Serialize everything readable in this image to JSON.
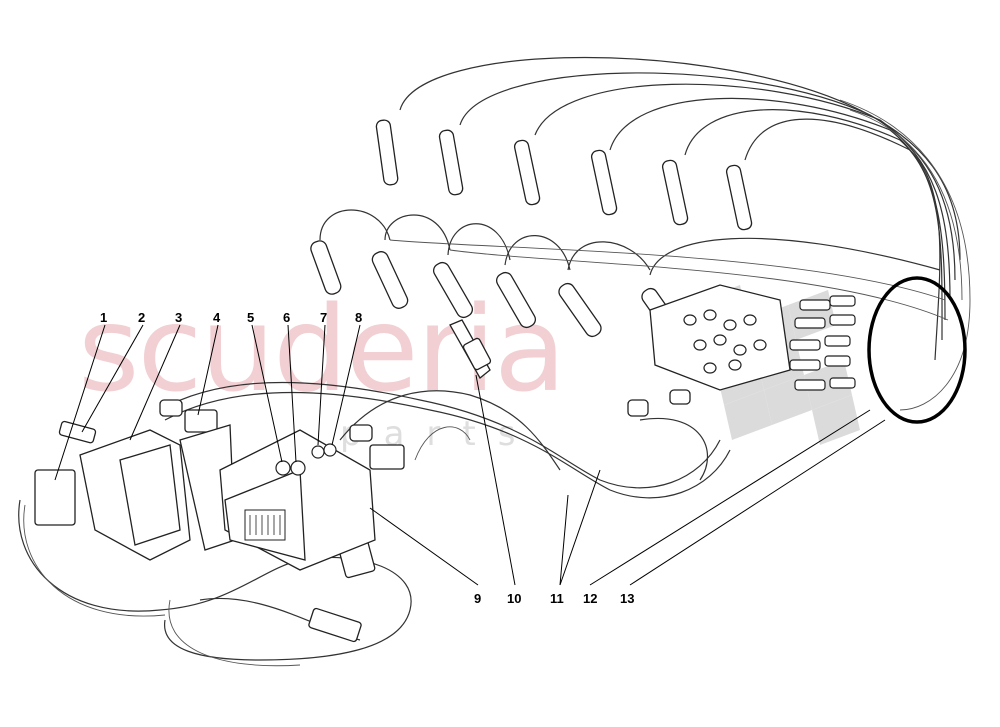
{
  "watermark": {
    "main": "scuderia",
    "sub": "parts"
  },
  "callouts": [
    {
      "id": "c1",
      "label": "1"
    },
    {
      "id": "c2",
      "label": "2"
    },
    {
      "id": "c3",
      "label": "3"
    },
    {
      "id": "c4",
      "label": "4"
    },
    {
      "id": "c5",
      "label": "5"
    },
    {
      "id": "c6",
      "label": "6"
    },
    {
      "id": "c7",
      "label": "7"
    },
    {
      "id": "c8",
      "label": "8"
    },
    {
      "id": "c9",
      "label": "9"
    },
    {
      "id": "c10",
      "label": "10"
    },
    {
      "id": "c11",
      "label": "11"
    },
    {
      "id": "c12",
      "label": "12"
    },
    {
      "id": "c13",
      "label": "13"
    }
  ]
}
